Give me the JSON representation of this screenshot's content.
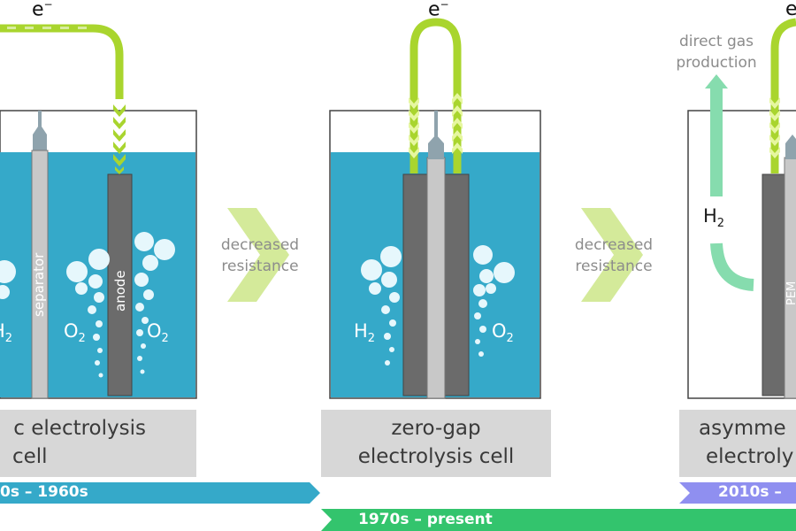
{
  "electron_label": "e",
  "electron_sup": "−",
  "left_panel": {
    "separator_label": "separator",
    "anode_label": "anode",
    "gas_h": "H",
    "gas_h_sub": "2",
    "gas_o": "O",
    "gas_o_sub": "2",
    "gas_o2_right": "O",
    "gas_o2_right_sub": "2",
    "caption_line1": "c electrolysis",
    "caption_line2": "cell"
  },
  "middle_panel": {
    "gas_h": "H",
    "gas_h_sub": "2",
    "gas_o": "O",
    "gas_o_sub": "2",
    "caption_line1": "zero-gap",
    "caption_line2": "electrolysis cell"
  },
  "right_panel": {
    "direct_gas_line1": "direct gas",
    "direct_gas_line2": "production",
    "gas_h": "H",
    "gas_h_sub": "2",
    "pem_label": "PEM",
    "caption_line1": "asymme",
    "caption_line2": "electroly"
  },
  "transition_1": {
    "line1": "decreased",
    "line2": "resistance"
  },
  "transition_2": {
    "line1": "decreased",
    "line2": "resistance"
  },
  "timeline": {
    "era_1": "0s – 1960s",
    "era_2": "1970s – present",
    "era_3": "2010s – "
  },
  "colors": {
    "electrolyte": "#35a9c9",
    "electrode": "#6b6b6b",
    "separator": "#c8c8c8",
    "wire": "#a9d52e",
    "chevron": "#d4ea9a",
    "era_1": "#35a9c9",
    "era_2": "#33c46d",
    "era_3": "#8f8ff0",
    "caption_bg": "#d7d7d7",
    "h2_arrow": "#86dcae"
  }
}
